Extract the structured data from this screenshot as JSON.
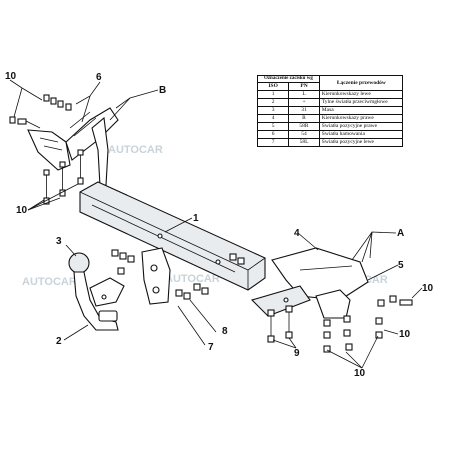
{
  "watermark": "AUTOCAR",
  "callouts": {
    "c1": "1",
    "c2": "2",
    "c3": "3",
    "c4": "4",
    "c5": "5",
    "c6": "6",
    "c7": "7",
    "c8": "8",
    "c9": "9",
    "c10a": "10",
    "c10b": "10",
    "c10c": "10",
    "c10d": "10",
    "c10e": "10",
    "cA": "A",
    "cB": "B"
  },
  "wiring_table": {
    "header_group": "Oznaczenie zacisku wg",
    "header_desc": "Łączenie przewodów",
    "col_iso": "ISO",
    "col_pn": "PN",
    "rows": [
      {
        "iso": "1",
        "pn": "L",
        "desc": "Kierunkowskazy lewe"
      },
      {
        "iso": "2",
        "pn": "+",
        "desc": "Tylne światła przeciwmgłowe"
      },
      {
        "iso": "3",
        "pn": "31",
        "desc": "Masa"
      },
      {
        "iso": "4",
        "pn": "R",
        "desc": "Kierunkowskazy prawe"
      },
      {
        "iso": "5",
        "pn": "58R",
        "desc": "Światła pozycyjne prawe"
      },
      {
        "iso": "6",
        "pn": "54",
        "desc": "Światła hamowania"
      },
      {
        "iso": "7",
        "pn": "58L",
        "desc": "Światła pozycyjne lewe"
      }
    ]
  }
}
